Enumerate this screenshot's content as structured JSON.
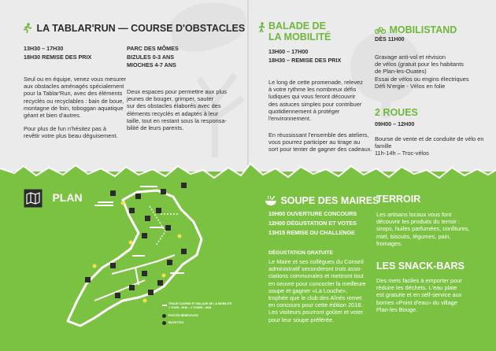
{
  "colors": {
    "green": "#7cc242",
    "title_green": "#6fb73a",
    "dark": "#2b2b2b",
    "paper": "#ebebeb"
  },
  "tablarun": {
    "title": "La Tablar'Run — Course d'obstacles",
    "icon": "running-person-icon",
    "schedule": [
      "13h30 – 17h30",
      "18h30 Remise des prix"
    ],
    "text1": [
      "Seul ou en équipe, venez vous mesurer",
      "aux obstacles aménagés spécialement",
      "pour la Tablar'Run, avec des éléments",
      "recyclés ou recyclables : bain de boue,",
      "montagne de foin, toboggan aquatique",
      "géant et bien d'autres."
    ],
    "text2": [
      "Pour plus de fun n'hésitez pas à",
      "revêtir votre plus beau déguisement."
    ],
    "momes_lines": [
      "Parc des mômes",
      "Bizules 0-3 ans",
      "Mioches 4-7 ans"
    ],
    "momes_text": [
      "Deux espaces pour permettre aux plus",
      "jeunes de bouger, grimper, sauter",
      "sur des obstacles élaborés avec des",
      "éléments recyclés et adaptés à leur",
      "taille, tout en restant sous la responsa-",
      "bilité de leurs parents."
    ]
  },
  "balade": {
    "title_lines": [
      "Balade de",
      "la mobilité"
    ],
    "icon": "walking-person-icon",
    "schedule": [
      "13h00 – 17h00",
      "18h30 – Remise des prix"
    ],
    "text1": [
      "Le long de cette promenade, relevez",
      "à votre rythme les nombreux défis",
      "ludiques qui vous feront découvrir",
      "des astuces simples pour contribuer",
      "quotidiennement à protéger",
      "l'environnement."
    ],
    "text2": [
      "En réussissant l'ensemble des ateliers,",
      "vous pourrez participer au tirage au",
      "sort pour tenter de gagner des cadeaux."
    ]
  },
  "mobilistand": {
    "title": "Mobilistand",
    "icon": "bicycle-icon",
    "time": "dès 11h00",
    "text": [
      "Gravage anti-vol et révision",
      "de vélos (gratuit pour les habitants",
      "de Plan-les-Ouates)",
      "Essai de vélos ou engins électriques",
      "Défi N'ergie - Vélos en folie"
    ]
  },
  "deux_roues": {
    "title": "2 Roues",
    "time": "09h00 – 12h00",
    "text": [
      "Bourse de vente et de conduite de vélo en famille",
      "11h-14h – Troc-vélos"
    ]
  },
  "plan": {
    "title": "Plan",
    "icon": "map-icon",
    "legend_lines": [
      "Tracé course et balade de la mobilité",
      "1 tour : 2km – 2 tours : 4km"
    ],
    "legend_items": [
      "Postes bénévoles",
      "Buvettes"
    ]
  },
  "soupe": {
    "title": "Soupe des maires",
    "icon": "soup-bowl-icon",
    "schedule": [
      "10h00 Ouverture concours",
      "12h00 Dégustation et votes",
      "13h15 Remise du challenge"
    ],
    "sub": "Dégustation gratuite",
    "text": [
      "Le Maire et ses collègues du Conseil",
      "administratif seconderont trois asso-",
      "ciations communales et mettront tout",
      "en oeuvre pour concocter la meilleure",
      "soupe et gagner «La Louche»,",
      "trophée que le club des Aînés remet",
      "en concours pour cette édition 2018.",
      "Les visiteurs pourront goûter et voter",
      "pour leur soupe préférée."
    ]
  },
  "terroir": {
    "title": "Terroir",
    "text": [
      "Les artisans locaux vous font",
      "découvrir les produits du terroir :",
      "sirops, huiles parfumées, confitures,",
      "miel, biscuits, légumes, pain,",
      "fromages."
    ]
  },
  "snackbars": {
    "title": "Les snack-bars",
    "text": [
      "Des mets faciles à emporter pour",
      "réduire les déchets. L'eau plate",
      "est gratuite et en self-service aux",
      "bornes «Point d'eau» du village",
      "Plan-les Bouge."
    ]
  }
}
